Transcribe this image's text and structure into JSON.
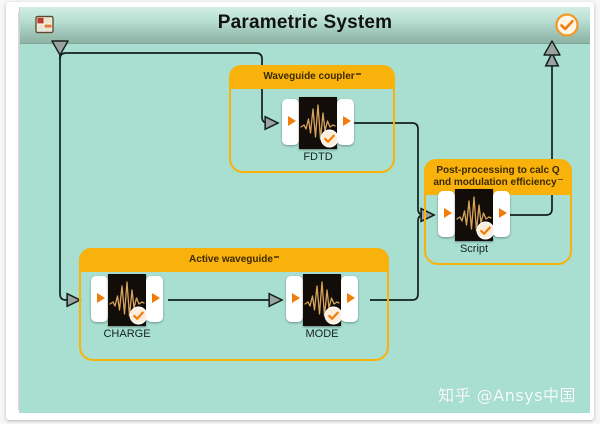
{
  "window": {
    "title": "Parametric System",
    "left_icon": "project-schematic-icon",
    "status_icon": "check-circle-icon"
  },
  "groups": [
    {
      "id": "waveguide-coupler",
      "label": "Waveguide coupler",
      "has_cursor_mark": true
    },
    {
      "id": "post-processing",
      "label": "Post-processing to calc Q and modulation efficiency",
      "label_line1": "Post-processing to calc Q",
      "label_line2": "and modulation efficiency",
      "has_cursor_mark": true
    },
    {
      "id": "active-waveguide",
      "label": "Active waveguide",
      "has_cursor_mark": true
    }
  ],
  "nodes": [
    {
      "id": "fdtd",
      "label": "FDTD",
      "status": "check-circle-icon",
      "thumbnail": "waveform-thumbnail"
    },
    {
      "id": "script",
      "label": "Script",
      "status": "check-circle-icon",
      "thumbnail": "waveform-thumbnail"
    },
    {
      "id": "charge",
      "label": "CHARGE",
      "status": "check-circle-icon",
      "thumbnail": "waveform-thumbnail"
    },
    {
      "id": "mode",
      "label": "MODE",
      "status": "check-circle-icon",
      "thumbnail": "waveform-thumbnail"
    }
  ],
  "connections": [
    {
      "from": "system-input",
      "to": "charge"
    },
    {
      "from": "system-input",
      "to": "fdtd"
    },
    {
      "from": "charge",
      "to": "mode"
    },
    {
      "from": "mode",
      "to": "script"
    },
    {
      "from": "fdtd",
      "to": "script"
    },
    {
      "from": "script",
      "to": "system-output"
    }
  ],
  "watermark": "知乎 @Ansys中国",
  "colors": {
    "canvas": "#a8dfd0",
    "group_accent": "#f9b20b",
    "port_arrow": "#f07d0a",
    "wire": "#14201c",
    "thumbnail_bg": "#120d08",
    "waveform": "#d8a45c",
    "status": "#f58a1f",
    "title_text": "#111111"
  }
}
